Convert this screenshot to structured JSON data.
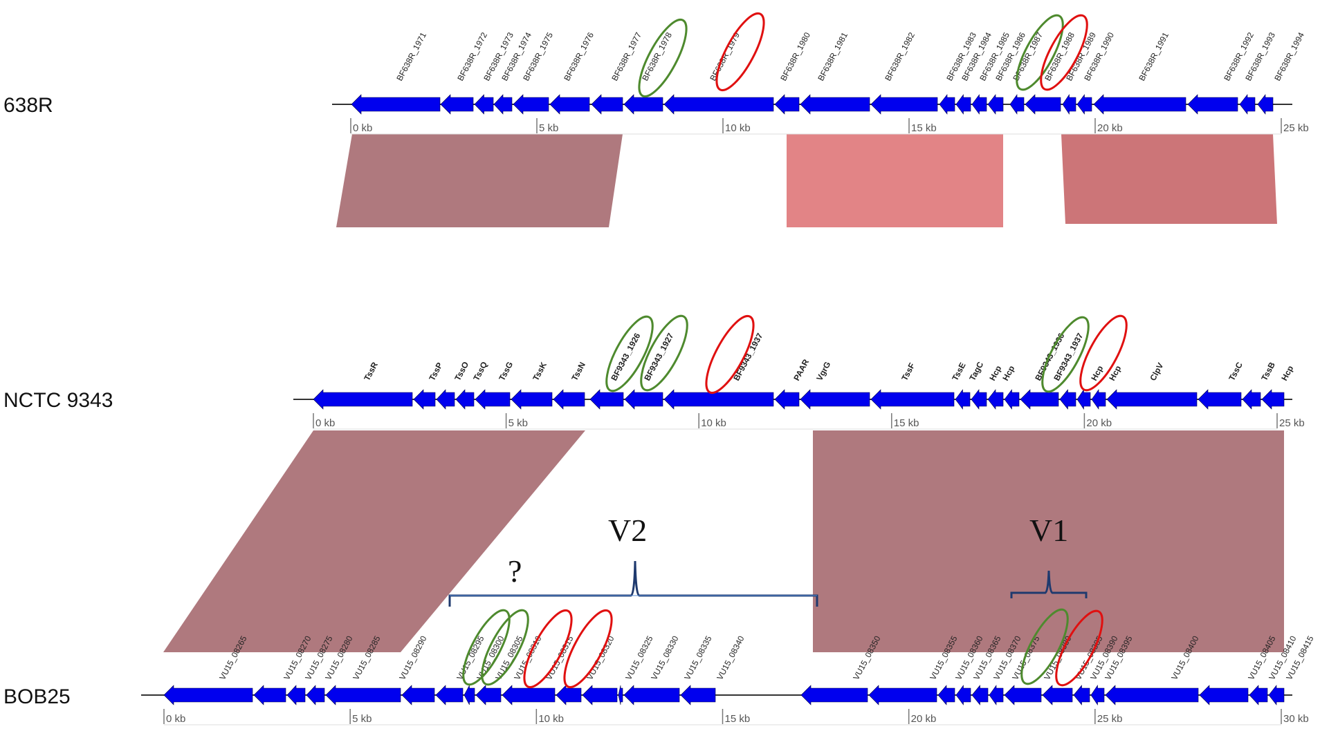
{
  "tracks": [
    {
      "label": "638R",
      "max_kb": 25,
      "tick_labels": [
        "0 kb",
        "5 kb",
        "10 kb",
        "15 kb",
        "20 kb",
        "25 kb"
      ],
      "gene_color": "#0000ee",
      "genes": [
        "BF638R_1971",
        "BF638R_1972",
        "BF638R_1973",
        "BF638R_1974",
        "BF638R_1975",
        "BF638R_1976",
        "BF638R_1977",
        "BF638R_1978",
        "BF638R_1979",
        "BF638R_1980",
        "BF638R_1981",
        "BF638R_1982",
        "BF638R_1983",
        "BF638R_1984",
        "BF638R_1985",
        "BF638R_1986",
        "BF638R_1987",
        "BF638R_1988",
        "BF638R_1989",
        "BF638R_1990",
        "BF638R_1991",
        "BF638R_1992",
        "BF638R_1993",
        "BF638R_1994"
      ],
      "highlighted_green": [
        "BF638R_1978",
        "BF638R_1987"
      ],
      "highlighted_red": [
        "BF638R_1979",
        "BF638R_1988"
      ]
    },
    {
      "label": "NCTC 9343",
      "max_kb": 25,
      "tick_labels": [
        "0 kb",
        "5 kb",
        "10 kb",
        "15 kb",
        "20 kb",
        "25 kb"
      ],
      "gene_color": "#0000ee",
      "genes": [
        "TssR",
        "TssP",
        "TssO",
        "TssQ",
        "TssG",
        "TssK",
        "TssN",
        "BF9343_1926",
        "BF9343_1927",
        "BF9343_1937",
        "PAAR",
        "VgrG",
        "TssF",
        "TssE",
        "TagC",
        "Hcp",
        "Hcp",
        "BF9343_1936",
        "BF9343_1937",
        "Hcp",
        "Hcp",
        "ClpV",
        "TssC",
        "TssB",
        "Hcp"
      ],
      "highlighted_green": [
        "BF9343_1926",
        "BF9343_1927",
        "BF9343_1936"
      ],
      "highlighted_red": [
        "BF9343_1937"
      ]
    },
    {
      "label": "BOB25",
      "max_kb": 30,
      "tick_labels": [
        "0 kb",
        "5 kb",
        "10 kb",
        "15 kb",
        "20 kb",
        "25 kb",
        "30 kb"
      ],
      "gene_color": "#0000ee",
      "genes": [
        "VU15_08265",
        "VU15_08270",
        "VU15_08275",
        "VU15_08280",
        "VU15_08285",
        "VU15_08290",
        "VU15_08295",
        "VU15_08300",
        "VU15_08305",
        "VU15_08310",
        "VU15_08315",
        "VU15_08320",
        "VU15_08325",
        "VU15_08330",
        "VU15_08335",
        "VU15_08340",
        "VU15_08350",
        "VU15_08355",
        "VU15_08360",
        "VU15_08365",
        "VU15_08370",
        "VU15_08375",
        "VU15_08380",
        "VU15_08385",
        "VU15_08390",
        "VU15_08395",
        "VU15_08400",
        "VU15_08405",
        "VU15_08410",
        "VU15_08415"
      ],
      "highlighted_green": [
        "VU15_08305",
        "VU15_08310",
        "VU15_08380"
      ],
      "highlighted_red": [
        "VU15_08315",
        "VU15_08320",
        "VU15_08385"
      ]
    }
  ],
  "regions": {
    "v2_label": "V2",
    "v1_label": "V1",
    "question_mark": "?"
  },
  "colors": {
    "gene_fill": "#0000ee",
    "highlight_green": "#4e8a2e",
    "highlight_red": "#e01010",
    "homology_dark": "#a86e73",
    "homology_light": "#e07a7c",
    "homology_mid": "#c8696c",
    "bracket": "#1f3a6e"
  }
}
